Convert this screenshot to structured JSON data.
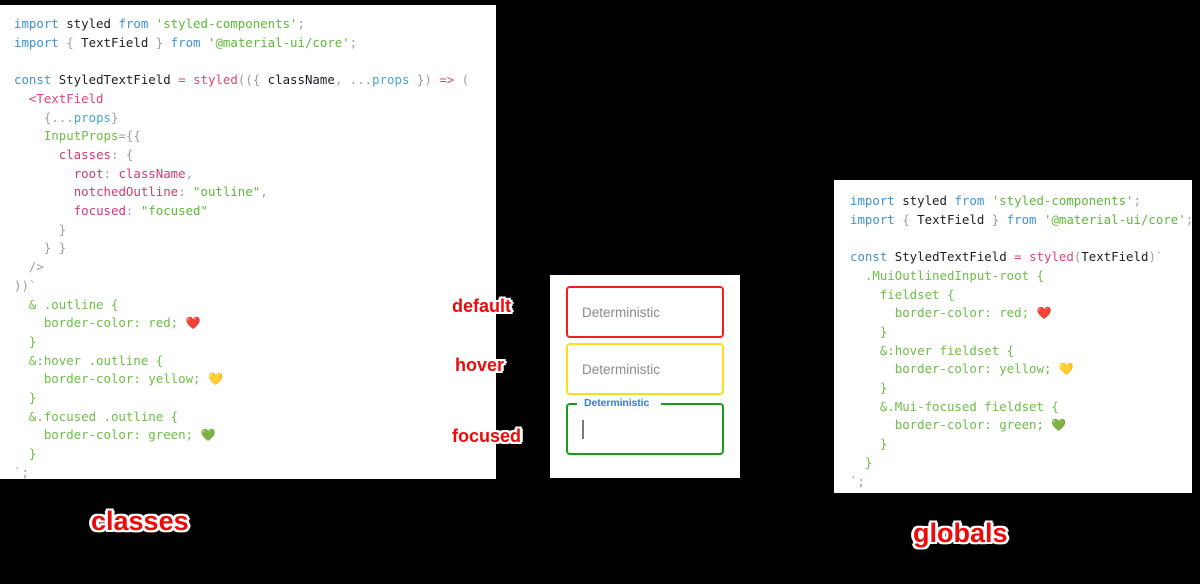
{
  "background_color": "#000000",
  "panels": {
    "left_code": {
      "name": "classes-approach-code",
      "caption": "classes",
      "lines": [
        [
          {
            "t": "import ",
            "c": "kw"
          },
          {
            "t": "styled",
            "c": "plain"
          },
          {
            "t": " from ",
            "c": "kw"
          },
          {
            "t": "'styled-components'",
            "c": "str"
          },
          {
            "t": ";",
            "c": "punc"
          }
        ],
        [
          {
            "t": "import ",
            "c": "kw"
          },
          {
            "t": "{",
            "c": "punc"
          },
          {
            "t": " TextField ",
            "c": "plain"
          },
          {
            "t": "}",
            "c": "punc"
          },
          {
            "t": " from ",
            "c": "kw"
          },
          {
            "t": "'@material-ui/core'",
            "c": "str"
          },
          {
            "t": ";",
            "c": "punc"
          }
        ],
        [],
        [
          {
            "t": "const ",
            "c": "kw"
          },
          {
            "t": "StyledTextField",
            "c": "plain"
          },
          {
            "t": " = ",
            "c": "op"
          },
          {
            "t": "styled",
            "c": "fn"
          },
          {
            "t": "((",
            "c": "punc"
          },
          {
            "t": "{ ",
            "c": "punc"
          },
          {
            "t": "className",
            "c": "plain"
          },
          {
            "t": ", ",
            "c": "punc"
          },
          {
            "t": "...",
            "c": "punc"
          },
          {
            "t": "props",
            "c": "blue"
          },
          {
            "t": " }) ",
            "c": "punc"
          },
          {
            "t": "=>",
            "c": "op"
          },
          {
            "t": " (",
            "c": "punc"
          }
        ],
        [
          {
            "t": "  ",
            "c": "plain"
          },
          {
            "t": "<TextField",
            "c": "tag"
          }
        ],
        [
          {
            "t": "    ",
            "c": "plain"
          },
          {
            "t": "{",
            "c": "punc"
          },
          {
            "t": "...",
            "c": "punc"
          },
          {
            "t": "props",
            "c": "blue"
          },
          {
            "t": "}",
            "c": "punc"
          }
        ],
        [
          {
            "t": "    ",
            "c": "plain"
          },
          {
            "t": "InputProps",
            "c": "attr"
          },
          {
            "t": "=",
            "c": "punc"
          },
          {
            "t": "{{",
            "c": "punc"
          }
        ],
        [
          {
            "t": "      ",
            "c": "plain"
          },
          {
            "t": "classes",
            "c": "prop"
          },
          {
            "t": ": ",
            "c": "punc"
          },
          {
            "t": "{",
            "c": "punc"
          }
        ],
        [
          {
            "t": "        ",
            "c": "plain"
          },
          {
            "t": "root",
            "c": "prop"
          },
          {
            "t": ": ",
            "c": "punc"
          },
          {
            "t": "className",
            "c": "var"
          },
          {
            "t": ",",
            "c": "punc"
          }
        ],
        [
          {
            "t": "        ",
            "c": "plain"
          },
          {
            "t": "notchedOutline",
            "c": "prop"
          },
          {
            "t": ": ",
            "c": "punc"
          },
          {
            "t": "\"outline\"",
            "c": "str"
          },
          {
            "t": ",",
            "c": "punc"
          }
        ],
        [
          {
            "t": "        ",
            "c": "plain"
          },
          {
            "t": "focused",
            "c": "prop"
          },
          {
            "t": ": ",
            "c": "punc"
          },
          {
            "t": "\"focused\"",
            "c": "str"
          }
        ],
        [
          {
            "t": "      ",
            "c": "plain"
          },
          {
            "t": "}",
            "c": "punc"
          }
        ],
        [
          {
            "t": "    ",
            "c": "plain"
          },
          {
            "t": "} }",
            "c": "punc"
          }
        ],
        [
          {
            "t": "  ",
            "c": "plain"
          },
          {
            "t": "/>",
            "c": "punc"
          }
        ],
        [
          {
            "t": "))",
            "c": "punc"
          },
          {
            "t": "`",
            "c": "tick"
          }
        ],
        [
          {
            "t": "  & .outline {",
            "c": "css"
          }
        ],
        [
          {
            "t": "    border-color: red; ",
            "c": "css"
          },
          {
            "t": "❤️",
            "c": "emoji"
          }
        ],
        [
          {
            "t": "  }",
            "c": "css"
          }
        ],
        [
          {
            "t": "  &:hover .outline {",
            "c": "css"
          }
        ],
        [
          {
            "t": "    border-color: yellow; ",
            "c": "css"
          },
          {
            "t": "💛",
            "c": "emoji"
          }
        ],
        [
          {
            "t": "  }",
            "c": "css"
          }
        ],
        [
          {
            "t": "  &.focused .outline {",
            "c": "css"
          }
        ],
        [
          {
            "t": "    border-color: green; ",
            "c": "css"
          },
          {
            "t": "💚",
            "c": "emoji"
          }
        ],
        [
          {
            "t": "  }",
            "c": "css"
          }
        ],
        [
          {
            "t": "`",
            "c": "tick"
          },
          {
            "t": ";",
            "c": "punc"
          }
        ]
      ]
    },
    "right_code": {
      "name": "globals-approach-code",
      "caption": "globals",
      "lines": [
        [
          {
            "t": "import ",
            "c": "kw"
          },
          {
            "t": "styled",
            "c": "plain"
          },
          {
            "t": " from ",
            "c": "kw"
          },
          {
            "t": "'styled-components'",
            "c": "str"
          },
          {
            "t": ";",
            "c": "punc"
          }
        ],
        [
          {
            "t": "import ",
            "c": "kw"
          },
          {
            "t": "{",
            "c": "punc"
          },
          {
            "t": " TextField ",
            "c": "plain"
          },
          {
            "t": "}",
            "c": "punc"
          },
          {
            "t": " from ",
            "c": "kw"
          },
          {
            "t": "'@material-ui/core'",
            "c": "str"
          },
          {
            "t": ";",
            "c": "punc"
          }
        ],
        [],
        [
          {
            "t": "const ",
            "c": "kw"
          },
          {
            "t": "StyledTextField",
            "c": "plain"
          },
          {
            "t": " = ",
            "c": "op"
          },
          {
            "t": "styled",
            "c": "fn"
          },
          {
            "t": "(",
            "c": "punc"
          },
          {
            "t": "TextField",
            "c": "plain"
          },
          {
            "t": ")",
            "c": "punc"
          },
          {
            "t": "`",
            "c": "tick"
          }
        ],
        [
          {
            "t": "  .MuiOutlinedInput-root {",
            "c": "css"
          }
        ],
        [
          {
            "t": "    fieldset {",
            "c": "css"
          }
        ],
        [
          {
            "t": "      border-color: red; ",
            "c": "css"
          },
          {
            "t": "❤️",
            "c": "emoji"
          }
        ],
        [
          {
            "t": "    }",
            "c": "css"
          }
        ],
        [
          {
            "t": "    &:hover fieldset {",
            "c": "css"
          }
        ],
        [
          {
            "t": "      border-color: yellow; ",
            "c": "css"
          },
          {
            "t": "💛",
            "c": "emoji"
          }
        ],
        [
          {
            "t": "    }",
            "c": "css"
          }
        ],
        [
          {
            "t": "    &.Mui-focused fieldset {",
            "c": "css"
          }
        ],
        [
          {
            "t": "      border-color: green; ",
            "c": "css"
          },
          {
            "t": "💚",
            "c": "emoji"
          }
        ],
        [
          {
            "t": "    }",
            "c": "css"
          }
        ],
        [
          {
            "t": "  }",
            "c": "css"
          }
        ],
        [
          {
            "t": "`",
            "c": "tick"
          },
          {
            "t": ";",
            "c": "punc"
          }
        ]
      ]
    }
  },
  "demo": {
    "fields": [
      {
        "state": "default",
        "text": "Deterministic",
        "border_color": "#f41f1f"
      },
      {
        "state": "hover",
        "text": "Deterministic",
        "border_color": "#f7e11c"
      },
      {
        "state": "focused",
        "label": "Deterministic",
        "text": "",
        "border_color": "#1a9b1a",
        "label_color": "#2f7de1"
      }
    ]
  },
  "annotations": {
    "default": "default",
    "hover": "hover",
    "focused": "focused",
    "classes": "classes",
    "globals": "globals",
    "color": "#ef0a0a"
  }
}
